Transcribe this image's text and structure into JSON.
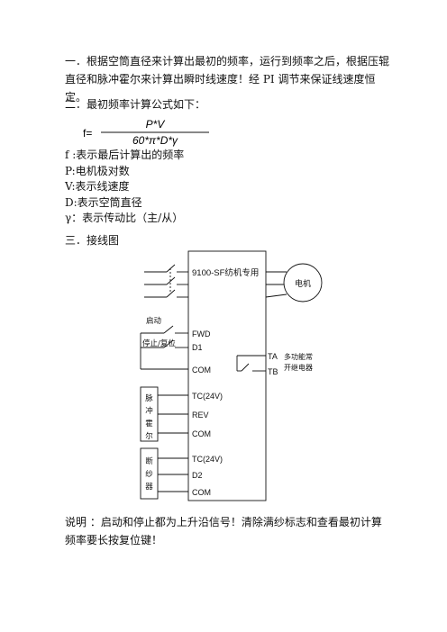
{
  "section1": "一．根据空筒直径来计算出最初的频率，运行到频率之后，根据压辊直径和脉冲霍尔来计算出瞬时线速度！经 PI 调节来保证线速度恒定。",
  "section2_title": "二．最初频率计算公式如下：",
  "formula": {
    "lhs": "f=",
    "numerator": "P*V",
    "denominator": "60*π*D*γ"
  },
  "definitions": [
    "f :表示最后计算出的频率",
    "P:电机极对数",
    "V:表示线速度",
    "D:表示空筒直径",
    "γ：表示传动比（主/从）"
  ],
  "section3_title": "三．接线图",
  "diagram": {
    "controller_label": "9100-SF纺机专用",
    "motor_label": "电机",
    "start_label": "启动",
    "stop_reset_label": "停止/复位",
    "terminals": [
      "FWD",
      "D1",
      "COM",
      "TC(24V)",
      "REV",
      "COM",
      "TC(24V)",
      "D2",
      "COM"
    ],
    "relay_terminals": [
      "TA",
      "TB"
    ],
    "relay_label_lines": [
      "多功能常",
      "开继电器"
    ],
    "pulse_hall_chars": [
      "脉",
      "冲",
      "霍",
      "尔"
    ],
    "yarn_break_chars": [
      "断",
      "纱",
      "器"
    ]
  },
  "note": "说明 ：启动和停止都为上升沿信号！清除满纱标志和查看最初计算频率要长按复位键！"
}
